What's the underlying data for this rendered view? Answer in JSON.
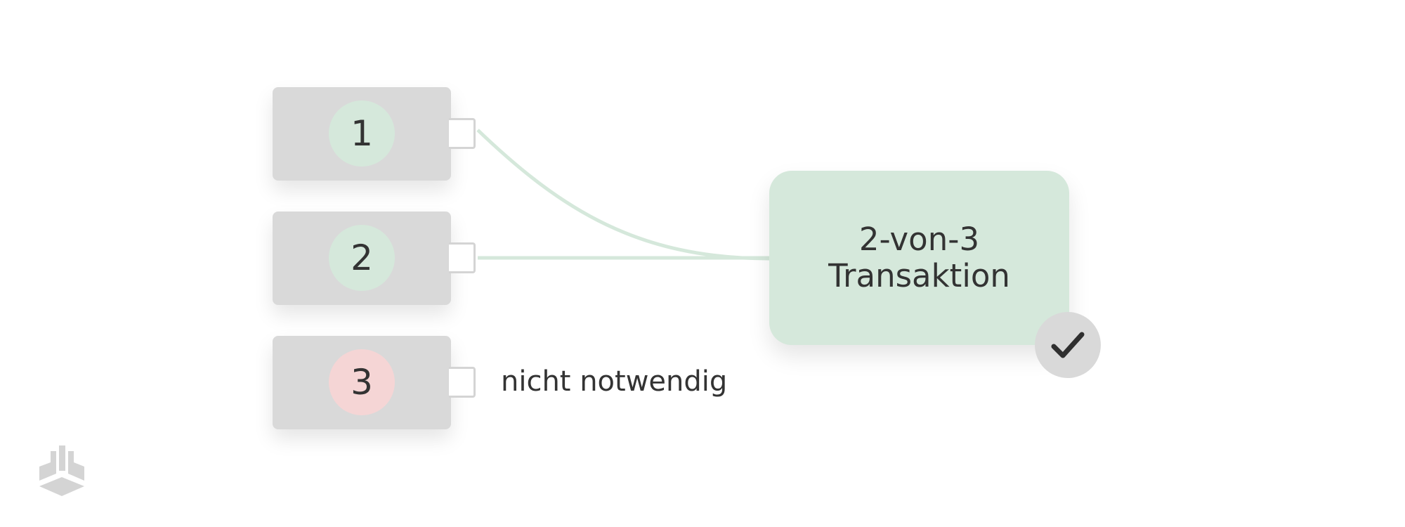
{
  "keys": [
    {
      "label": "1",
      "status": "signed",
      "color": "#d5e8db"
    },
    {
      "label": "2",
      "status": "signed",
      "color": "#d5e8db"
    },
    {
      "label": "3",
      "status": "not-needed",
      "color": "#f5d5d5"
    }
  ],
  "transaction": {
    "line1": "2-von-3",
    "line2": "Transaktion",
    "status_icon": "check-icon"
  },
  "note": "nicht notwendig",
  "colors": {
    "key_body": "#d9d9d9",
    "signed": "#d5e8db",
    "unused": "#f5d5d5",
    "wire": "#d5e8db",
    "text": "#333333"
  },
  "logo_icon": "stacked-blocks-logo-icon"
}
